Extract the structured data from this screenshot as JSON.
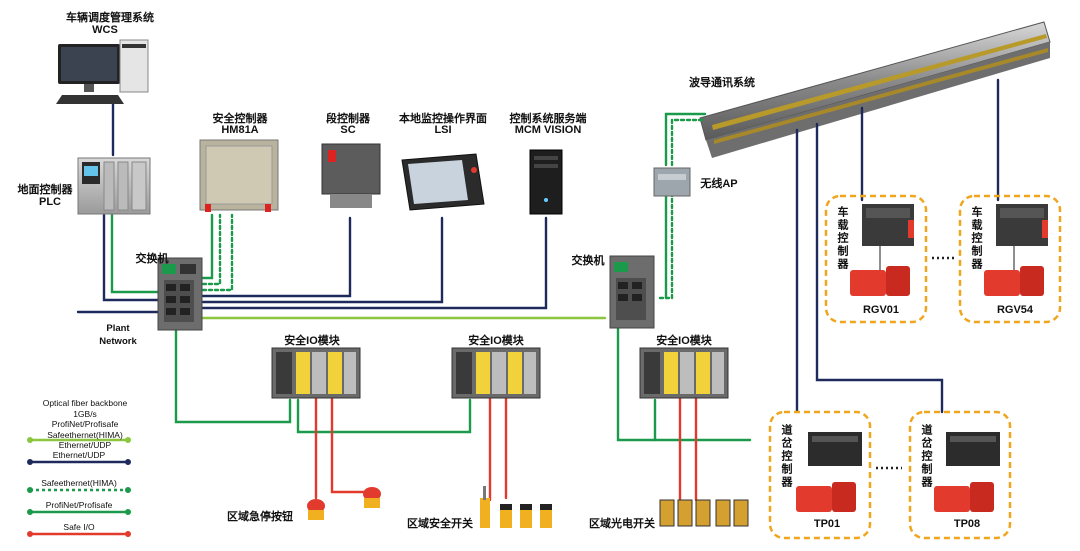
{
  "labels": {
    "wcs_cn": "车辆调度管理系统",
    "wcs_en": "WCS",
    "plc_cn": "地面控制器",
    "plc_en": "PLC",
    "safety_ctrl_cn": "安全控制器",
    "safety_ctrl_en": "HM81A",
    "segment_ctrl_cn": "段控制器",
    "segment_ctrl_en": "SC",
    "lsi_cn": "本地监控操作界面",
    "lsi_en": "LSI",
    "server_cn": "控制系统服务端",
    "server_en": "MCM VISION",
    "waveguide": "波导通讯系统",
    "wireless_ap": "无线AP",
    "switch_left": "交换机",
    "switch_right": "交换机",
    "plant_network": "Plant\nNetwork",
    "safe_io_1": "安全IO模块",
    "safe_io_2": "安全IO模块",
    "safe_io_3": "安全IO模块",
    "estop": "区域急停按钮",
    "safety_switch": "区域安全开关",
    "photo_switch": "区域光电开关",
    "vehicle_ctrl": "车载控制器",
    "rgv01": "RGV01",
    "rgv54": "RGV54",
    "turnout_ctrl": "道岔控制器",
    "tp01": "TP01",
    "tp08": "TP08"
  },
  "legend": [
    {
      "text": "Optical fiber backbone 1GB/s\nProfiNet/Profisafe\nSafeethernet(HIMA)\nEthernet/UDP",
      "style": "solid",
      "color": "#8cc63f"
    },
    {
      "text": "Ethernet/UDP",
      "style": "solid",
      "color": "#1f2a5c"
    },
    {
      "text": "Safeethernet(HIMA)",
      "style": "dashed",
      "color": "#1a9a4a"
    },
    {
      "text": "ProfiNet/Profisafe",
      "style": "solid",
      "color": "#1a9a4a"
    },
    {
      "text": "Safe I/O",
      "style": "solid",
      "color": "#e23b2e"
    }
  ],
  "colors": {
    "navy": "#1f2a5c",
    "green": "#1a9a4a",
    "lime": "#8cc63f",
    "red": "#e23b2e",
    "orange": "#f0a61c"
  }
}
